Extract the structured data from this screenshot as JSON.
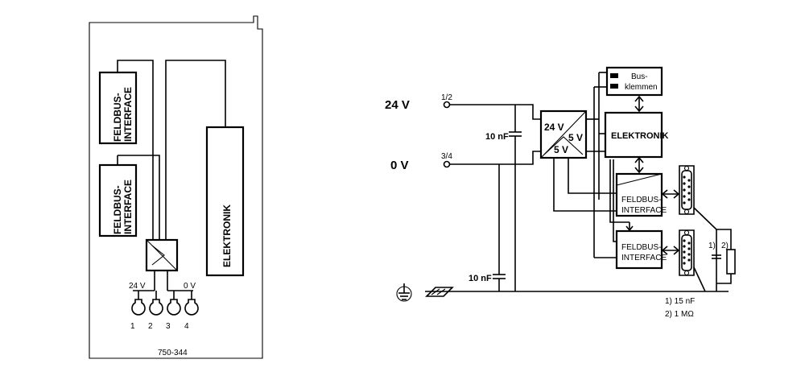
{
  "module": {
    "fieldbus_interface_top": [
      "FELDBUS-",
      "INTERFACE"
    ],
    "fieldbus_interface_bottom": [
      "FELDBUS-",
      "INTERFACE"
    ],
    "electronics": "ELEKTRONIK",
    "supply_24v": "24 V",
    "supply_0v": "0 V",
    "terminals": [
      "1",
      "2",
      "3",
      "4"
    ],
    "part_number": "750-344"
  },
  "circuit": {
    "v24": "24 V",
    "v0": "0 V",
    "pin_12": "1/2",
    "pin_34": "3/4",
    "cap_top": "10 nF",
    "cap_bottom": "10 nF",
    "converter_in": "24 V",
    "converter_out1": "5 V",
    "converter_out2": "5 V",
    "busklemmen": [
      "Bus-",
      "klemmen"
    ],
    "elektronik": "ELEKTRONIK",
    "fieldbus_a": [
      "FELDBUS-",
      "INTERFACE"
    ],
    "fieldbus_b": [
      "FELDBUS-",
      "INTERFACE"
    ],
    "note1_mark": "1)",
    "note2_mark": "2)",
    "footnote1": "1) 15 nF",
    "footnote2": "2) 1 MΩ"
  }
}
